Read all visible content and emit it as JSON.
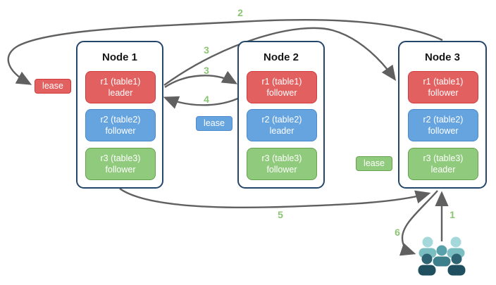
{
  "diagram": {
    "nodes": [
      {
        "title": "Node 1",
        "replicas": [
          {
            "name": "r1 (table1)",
            "role": "leader",
            "color": "#e26060"
          },
          {
            "name": "r2 (table2)",
            "role": "follower",
            "color": "#66a4e0"
          },
          {
            "name": "r3 (table3)",
            "role": "follower",
            "color": "#90ca7c"
          }
        ]
      },
      {
        "title": "Node 2",
        "replicas": [
          {
            "name": "r1 (table1)",
            "role": "follower",
            "color": "#e26060"
          },
          {
            "name": "r2 (table2)",
            "role": "leader",
            "color": "#66a4e0"
          },
          {
            "name": "r3 (table3)",
            "role": "follower",
            "color": "#90ca7c"
          }
        ]
      },
      {
        "title": "Node 3",
        "replicas": [
          {
            "name": "r1 (table1)",
            "role": "follower",
            "color": "#e26060"
          },
          {
            "name": "r2 (table2)",
            "role": "follower",
            "color": "#66a4e0"
          },
          {
            "name": "r3 (table3)",
            "role": "leader",
            "color": "#90ca7c"
          }
        ]
      }
    ],
    "leases": [
      {
        "label": "lease",
        "color": "#e26060"
      },
      {
        "label": "lease",
        "color": "#66a4e0"
      },
      {
        "label": "lease",
        "color": "#90ca7c"
      }
    ],
    "steps": [
      {
        "label": "2"
      },
      {
        "label": "3"
      },
      {
        "label": "3"
      },
      {
        "label": "4"
      },
      {
        "label": "5"
      },
      {
        "label": "1"
      },
      {
        "label": "6"
      }
    ],
    "icons": {
      "users": "users-icon"
    },
    "colors": {
      "node_border": "#24466b",
      "arrow": "#606060",
      "step_label": "#8bc573",
      "users_light": "#a4d8da",
      "users_medium": "#3d808c",
      "users_dark": "#204f5f"
    }
  }
}
